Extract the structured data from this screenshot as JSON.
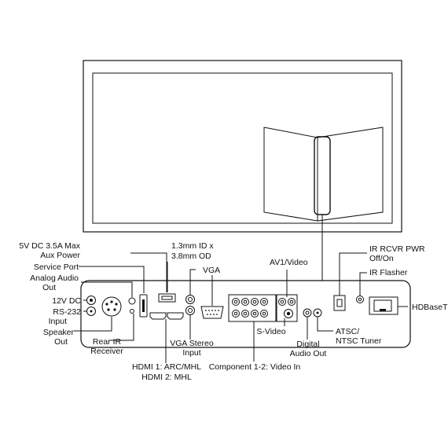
{
  "labels": {
    "aux_power_1": "5V DC 3.5A Max",
    "aux_power_2": "Aux Power",
    "service_port": "Service Port",
    "analog_audio_1": "Analog Audio",
    "analog_audio_2": "Out",
    "dc_12v": "12V DC",
    "rs232_1": "RS-232",
    "rs232_2": "Input",
    "speaker_1": "Speaker",
    "speaker_2": "Out",
    "rear_ir_1": "Rear IR",
    "rear_ir_2": "Receiver",
    "id_od_1": "1.3mm ID x",
    "id_od_2": "3.8mm OD",
    "vga": "VGA",
    "vga_stereo_1": "VGA Stereo",
    "vga_stereo_2": "Input",
    "hdmi_1": "HDMI 1: ARC/MHL",
    "hdmi_2": "HDMI 2: MHL",
    "av1_video": "AV1/Video",
    "svideo": "S-Video",
    "component": "Component 1-2: Video In",
    "digital_audio_1": "Digital",
    "digital_audio_2": "Audio Out",
    "atsc_1": "ATSC/",
    "atsc_2": "NTSC Tuner",
    "ir_rcvr_1": "IR RCVR PWR",
    "ir_rcvr_2": "Off/On",
    "ir_flasher": "IR Flasher",
    "hdbaset": "HDBaseT"
  }
}
